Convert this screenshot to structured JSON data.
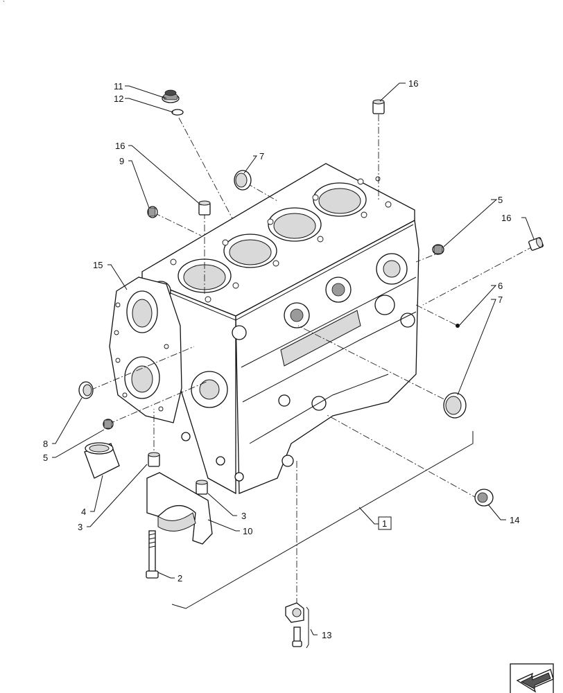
{
  "diagram": {
    "top_mark": "`",
    "callouts": [
      {
        "id": "c11",
        "text": "11"
      },
      {
        "id": "c12",
        "text": "12"
      },
      {
        "id": "c16a",
        "text": "16"
      },
      {
        "id": "c16b",
        "text": "16"
      },
      {
        "id": "c16c",
        "text": "16"
      },
      {
        "id": "c9",
        "text": "9"
      },
      {
        "id": "c7a",
        "text": "7"
      },
      {
        "id": "c7b",
        "text": "7"
      },
      {
        "id": "c5a",
        "text": "5"
      },
      {
        "id": "c5b",
        "text": "5"
      },
      {
        "id": "c6",
        "text": "6"
      },
      {
        "id": "c15",
        "text": "15"
      },
      {
        "id": "c8",
        "text": "8"
      },
      {
        "id": "c4",
        "text": "4"
      },
      {
        "id": "c3a",
        "text": "3"
      },
      {
        "id": "c3b",
        "text": "3"
      },
      {
        "id": "c10",
        "text": "10"
      },
      {
        "id": "c2",
        "text": "2"
      },
      {
        "id": "c13",
        "text": "13"
      },
      {
        "id": "c14",
        "text": "14"
      },
      {
        "id": "c1",
        "text": "1"
      }
    ],
    "orientation_icon": "arrow-icon"
  }
}
